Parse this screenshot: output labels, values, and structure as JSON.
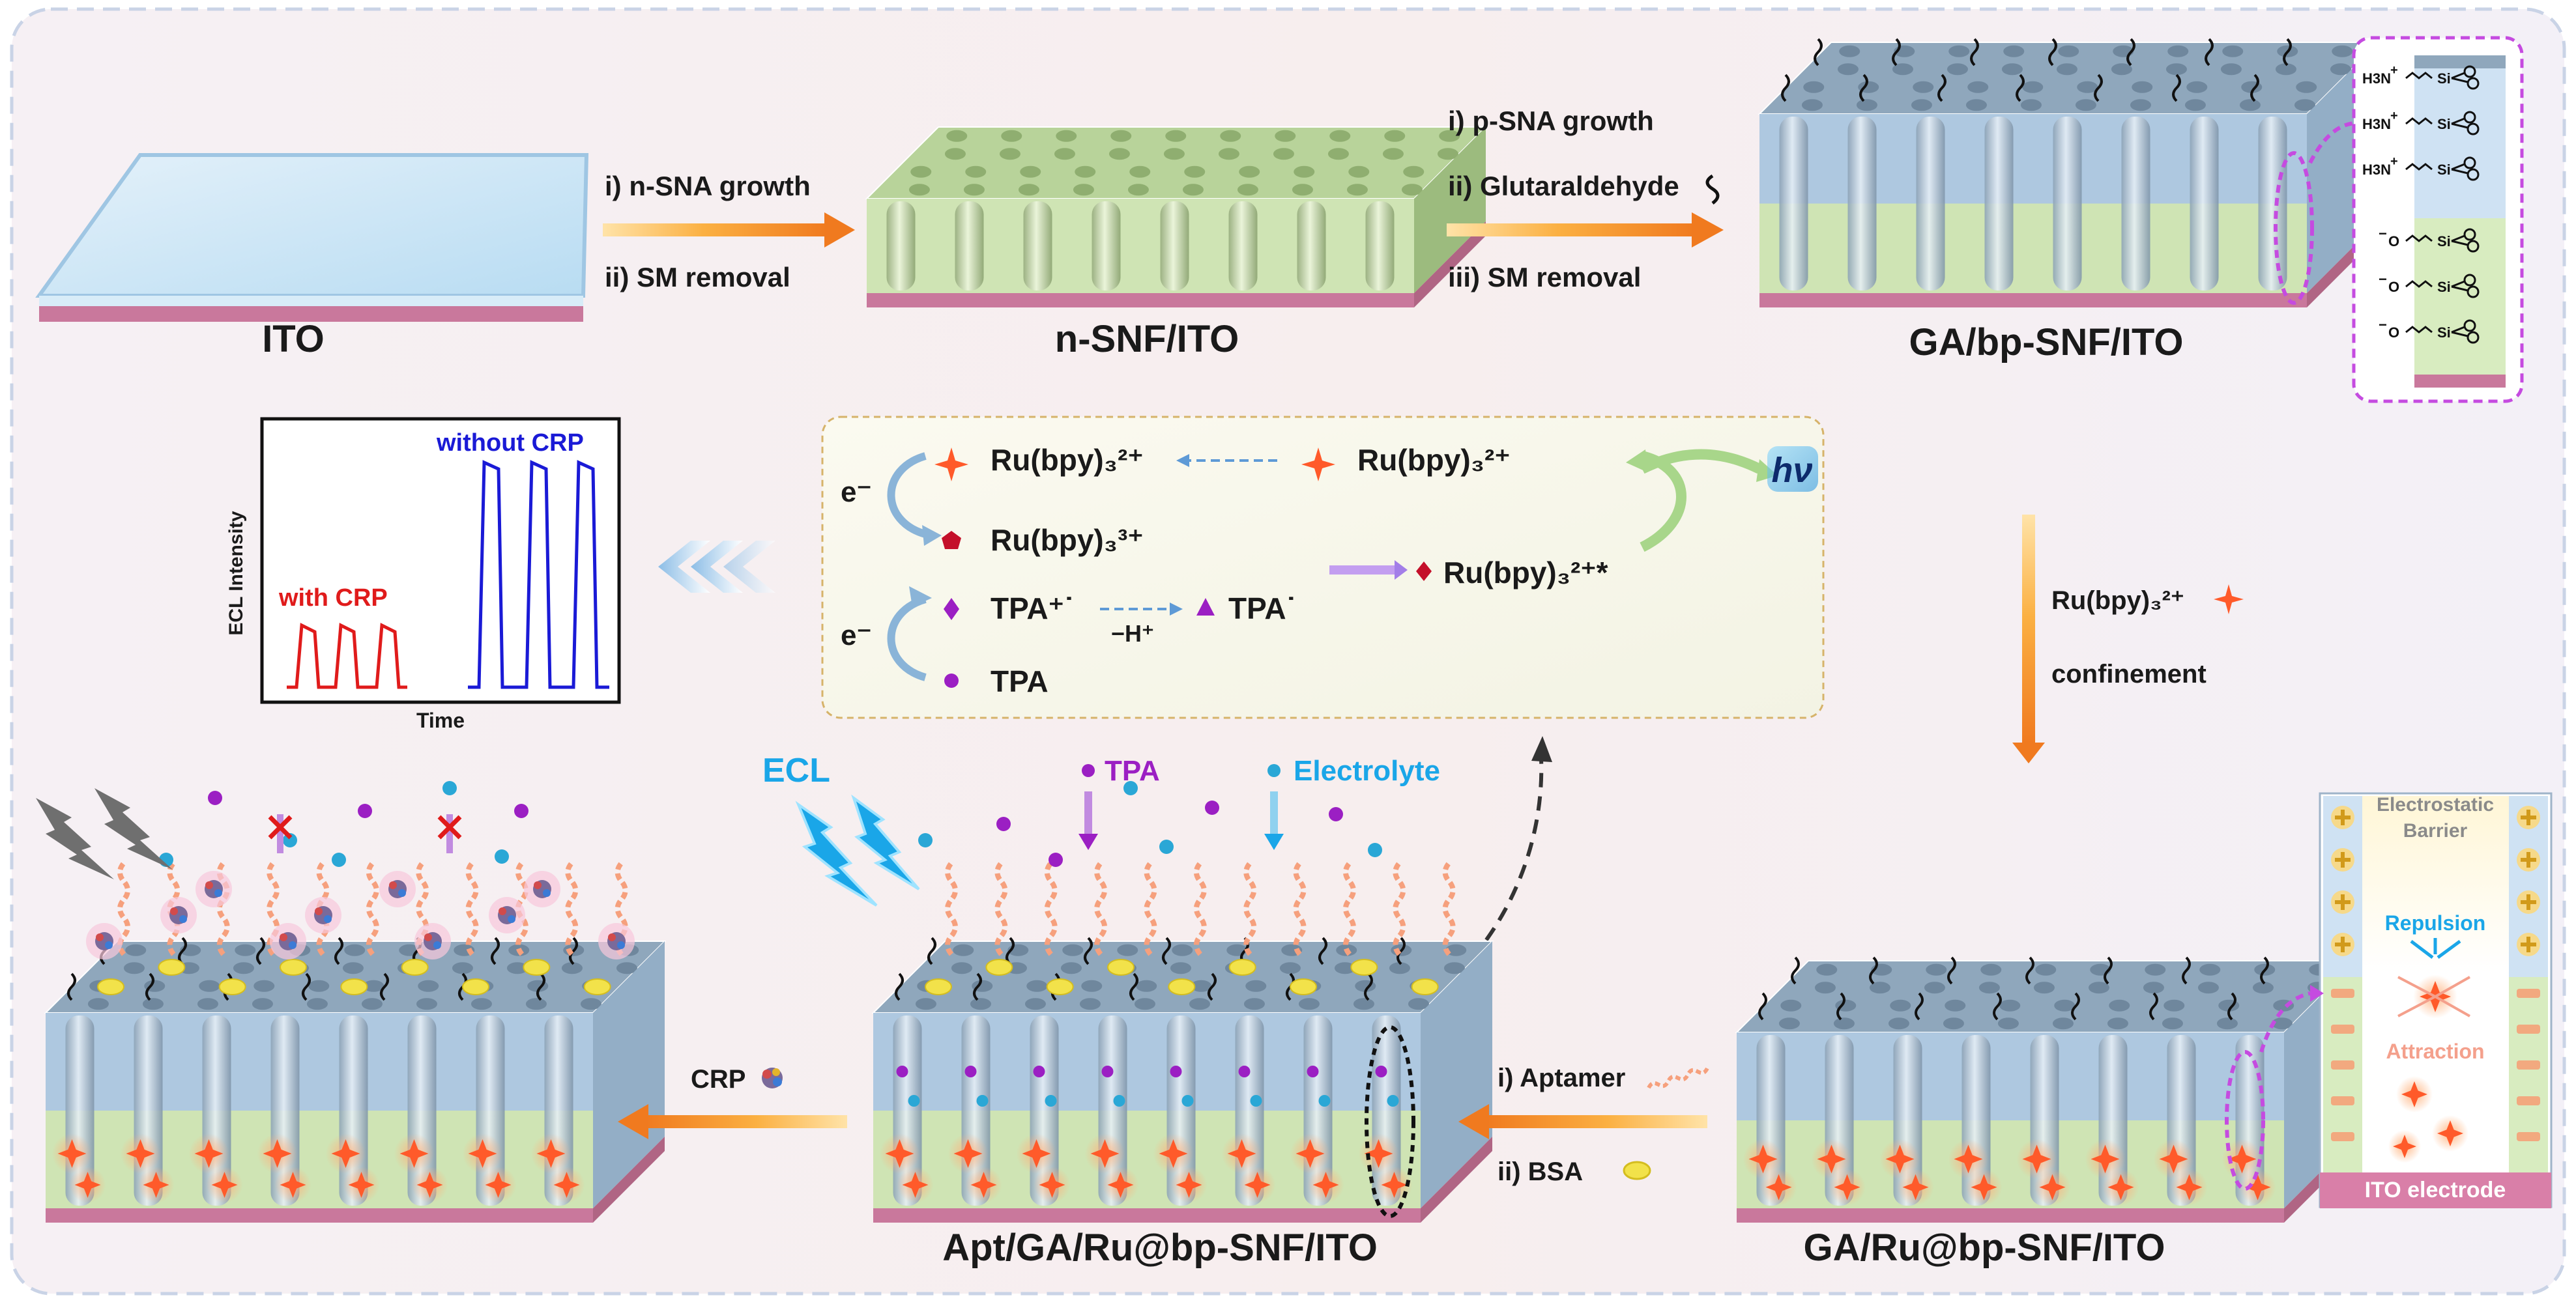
{
  "top": {
    "ito": "ITO",
    "nsnf": "n-SNF/ITO",
    "gabp": "GA/bp-SNF/ITO",
    "step1_a": "i) n-SNA growth",
    "step1_b": "ii) SM removal",
    "step2_a": "i) p-SNA growth",
    "step2_b": "ii) Glutaraldehyde",
    "step2_c": "iii)  SM removal"
  },
  "inset_top": {
    "amine": "H3N",
    "si": "Si",
    "anion": "O",
    "plus": "+",
    "minus": "−"
  },
  "mechanism": {
    "e1": "e⁻",
    "e2": "e⁻",
    "ru2_left": "Ru(bpy)₃²⁺",
    "ru2_right": "Ru(bpy)₃²⁺",
    "ru3": "Ru(bpy)₃³⁺",
    "ru_excited": "Ru(bpy)₃²⁺*",
    "tpa_cation": "TPA⁺˙",
    "tpa_radical": "TPA˙",
    "minus_h": "−H⁺",
    "tpa": "TPA",
    "hv": "hν"
  },
  "ecl_chart": {
    "ylabel": "ECL Intensity",
    "xlabel": "Time",
    "series_with": "with CRP",
    "series_without": "without CRP",
    "color_with": "#e01b1b",
    "color_without": "#1a1ad6"
  },
  "right_step": {
    "ru": "Ru(bpy)₃²⁺",
    "confinement": "confinement"
  },
  "bottom": {
    "ecl": "ECL",
    "tpa": "TPA",
    "electrolyte": "Electrolyte",
    "apt": "Apt/GA/Ru@bp-SNF/ITO",
    "garu": "GA/Ru@bp-SNF/ITO",
    "aptamer": "i) Aptamer",
    "bsa": "ii) BSA",
    "crp": "CRP"
  },
  "inset_bottom": {
    "barrier_1": "Electrostatic",
    "barrier_2": "Barrier",
    "repulsion": "Repulsion",
    "attraction": "Attraction",
    "electrode": "ITO electrode"
  },
  "colors": {
    "arrow": "#f59a2e",
    "silica_top": "#8fa7bc",
    "silica_upper": "#aec8e0",
    "silica_lower": "#cfe4b4",
    "base": "#c9789c",
    "ru_star": "#ff5a2a",
    "tpa_dot": "#9b1fc3",
    "electrolyte_dot": "#2aa7d6",
    "accent_blue": "#1aa6e8",
    "dashed_magenta": "#c54be0"
  }
}
